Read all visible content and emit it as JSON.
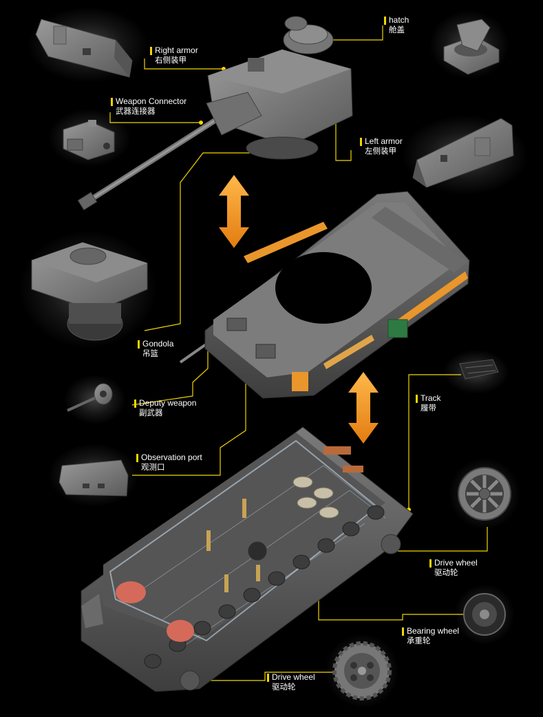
{
  "callouts": [
    {
      "key": "hatch",
      "en": "hatch",
      "zh": "舱盖"
    },
    {
      "key": "right_armor",
      "en": "Right armor",
      "zh": "右侧装甲"
    },
    {
      "key": "weapon_connector",
      "en": "Weapon Connector",
      "zh": "武器连接器"
    },
    {
      "key": "left_armor",
      "en": "Left armor",
      "zh": "左侧装甲"
    },
    {
      "key": "gondola",
      "en": "Gondola",
      "zh": "吊篮"
    },
    {
      "key": "deputy_weapon",
      "en": "Deputy weapon",
      "zh": "副武器"
    },
    {
      "key": "observation_port",
      "en": "Observation port",
      "zh": "观测口"
    },
    {
      "key": "track",
      "en": "Track",
      "zh": "履带"
    },
    {
      "key": "drive_wheel_upper",
      "en": "Drive wheel",
      "zh": "驱动轮"
    },
    {
      "key": "bearing_wheel",
      "en": "Bearing wheel",
      "zh": "承重轮"
    },
    {
      "key": "drive_wheel_lower",
      "en": "Drive wheel",
      "zh": "驱动轮"
    }
  ],
  "colors": {
    "background": "#000000",
    "leader_line": "#f2d600",
    "label_text": "#ffffff",
    "arrow_orange": "#f39a1e",
    "part_grey": "#6d6d6d",
    "accent_orange": "#e9962c",
    "accent_green": "#2f7a43"
  },
  "icons": [
    "assembly-arrow-icon",
    "turret-icon",
    "hull-icon",
    "chassis-icon"
  ]
}
